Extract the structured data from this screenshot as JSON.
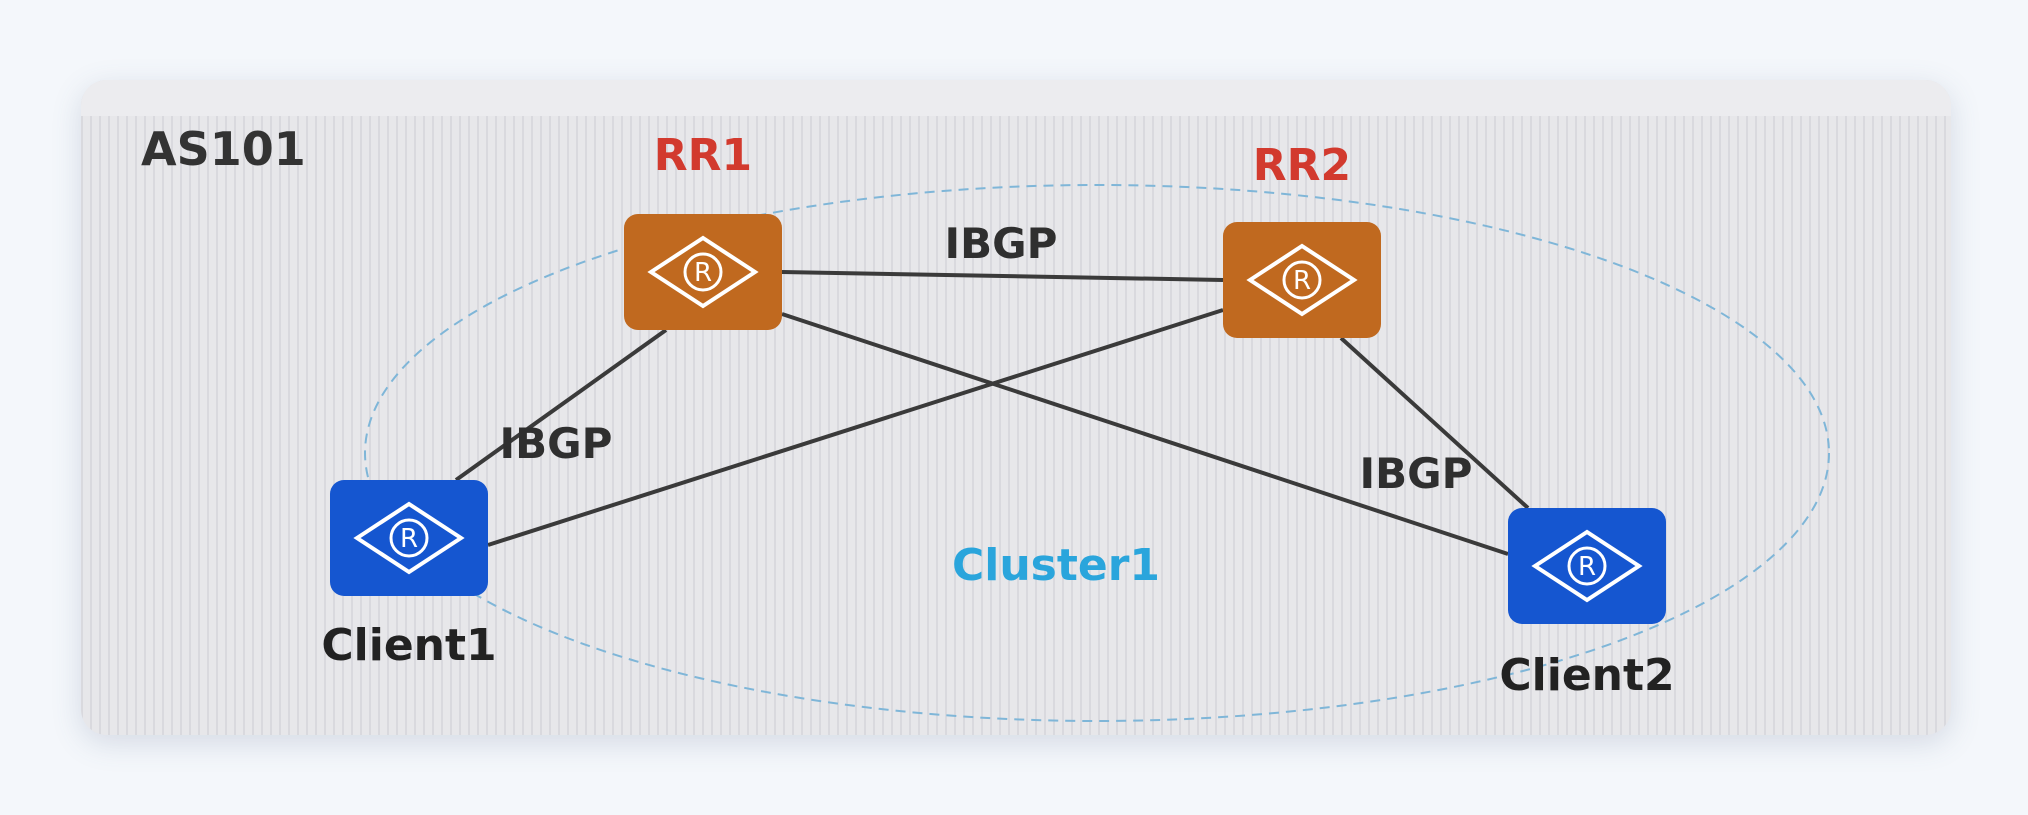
{
  "as_label": "AS101",
  "cluster_label": "Cluster1",
  "colors": {
    "reflector": "#c0691f",
    "client": "#1556d0",
    "reflector_text": "#d23a2e",
    "client_text": "#222222",
    "cluster_text": "#2aa5dc",
    "edge": "#3a3a3a",
    "cluster_border": "#7fb6d8"
  },
  "nodes": [
    {
      "id": "rr1",
      "label": "RR1",
      "role": "reflector",
      "icon": "router-icon"
    },
    {
      "id": "rr2",
      "label": "RR2",
      "role": "reflector",
      "icon": "router-icon"
    },
    {
      "id": "client1",
      "label": "Client1",
      "role": "client",
      "icon": "router-icon"
    },
    {
      "id": "client2",
      "label": "Client2",
      "role": "client",
      "icon": "router-icon"
    }
  ],
  "edges": [
    {
      "from": "rr1",
      "to": "rr2",
      "label": "IBGP"
    },
    {
      "from": "rr1",
      "to": "client1",
      "label": "IBGP"
    },
    {
      "from": "rr2",
      "to": "client2",
      "label": "IBGP"
    },
    {
      "from": "rr1",
      "to": "client2",
      "label": ""
    },
    {
      "from": "rr2",
      "to": "client1",
      "label": ""
    }
  ],
  "router_glyph": "R"
}
